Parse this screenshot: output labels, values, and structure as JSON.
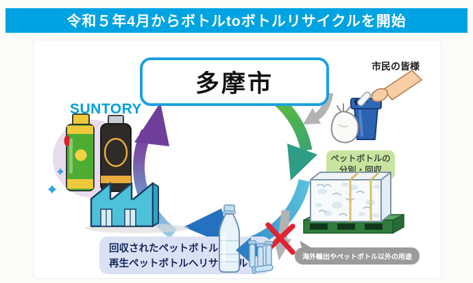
{
  "banner": {
    "title": "令和５年4月からボトルtoボトルリサイクルを開始"
  },
  "cycle": {
    "city": "多摩市",
    "citizens": "市民の皆様",
    "brand": "SUNTORY",
    "collection": {
      "line1": "ペットボトルの",
      "line2": "分別・回収"
    },
    "export_note": "海外輸出やペットボトル以外の用途",
    "recycle_note": {
      "line1": "回収されたペットボトルが",
      "line2": "再生ペットボトルへリサイクル"
    }
  },
  "colors": {
    "banner_bg": "#00A3E2",
    "city_box_border": "#1BA0E1",
    "brand_blue": "#00A0DC",
    "arrow_green": "#5BBA3E",
    "arrow_teal": "#2E9C85",
    "arrow_blue": "#1E6FBE",
    "arrow_purple": "#6C3D99",
    "gray_arrow": "#B3B3B3",
    "cross_red": "#E02430",
    "collection_bg": "#C9E4A0",
    "export_bg": "#9B9B9B",
    "recycle_bg": "#DBE1F5"
  }
}
